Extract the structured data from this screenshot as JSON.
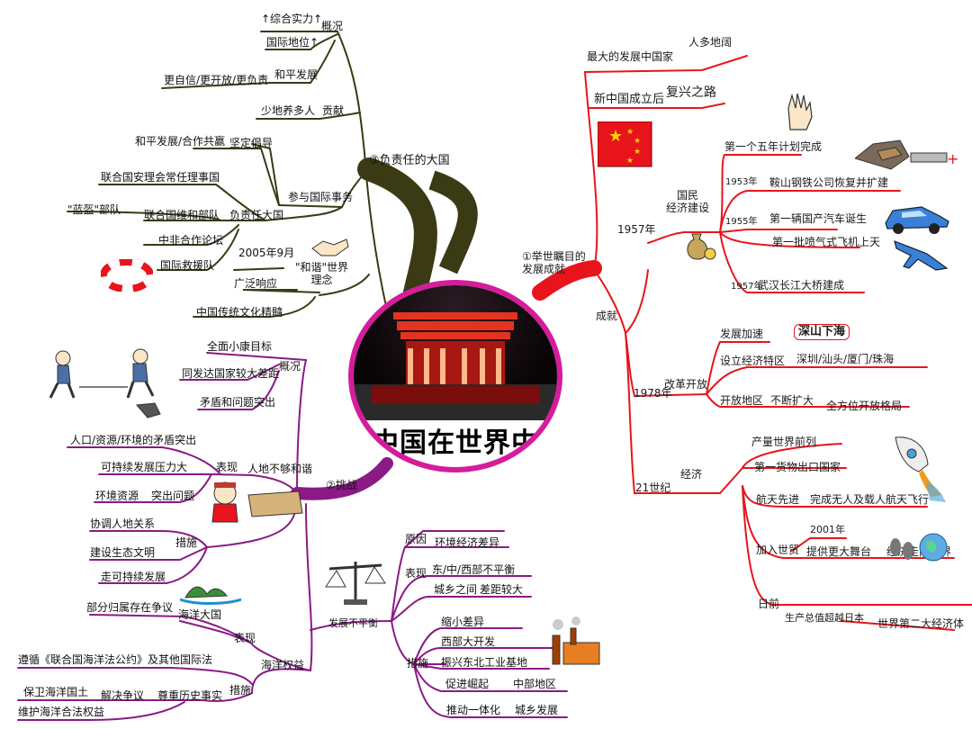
{
  "center": {
    "title": "中国在世界中"
  },
  "branches": {
    "responsible": {
      "label": "③负责任的大国",
      "overview": {
        "label": "概况",
        "items": [
          "↑综合实力↑",
          "国际地位↑",
          "和平发展",
          "更自信/更开放/更负责"
        ]
      },
      "contribution": {
        "label": "贡献",
        "items": [
          "少地养多人"
        ]
      },
      "affairs": {
        "label": "参与国际事务",
        "stance": {
          "label": "坚定倡导",
          "items": [
            "和平发展/合作共赢"
          ]
        },
        "big_power": {
          "label": "负责任大国",
          "items": [
            "联合国安理会常任理事国",
            "\"蓝盔\"部队",
            "联合国维和部队",
            "中非合作论坛",
            "国际救援队"
          ]
        }
      },
      "harmony": {
        "label": "\"和谐\"世界\n理念",
        "items": [
          "2005年9月",
          "广泛响应",
          "中国传统文化精髓"
        ]
      }
    },
    "achievements": {
      "label": "①举世瞩目的\n发展成就",
      "items": [
        "最大的发展中国家",
        "人多地阔",
        "新中国成立后",
        "复兴之路"
      ],
      "success": {
        "label": "成就",
        "y1957": {
          "label": "1957年",
          "econ": "国民\n经济建设",
          "items": [
            "第一个五年计划完成",
            "1953年",
            "鞍山钢铁公司恢复并扩建",
            "1955年",
            "第一辆国产汽车诞生",
            "第一批喷气式飞机上天",
            "1957年",
            "武汉长江大桥建成"
          ]
        },
        "y1978": {
          "label": "1978年",
          "reform": "改革开放",
          "items": [
            "发展加速",
            "深山下海",
            "设立经济特区",
            "深圳/汕头/厦门/珠海",
            "开放地区",
            "不断扩大",
            "全方位开放格局"
          ]
        },
        "c21": {
          "label": "21世纪",
          "econ": "经济",
          "items": [
            "产量世界前列",
            "第一货物出口国家",
            "航天先进",
            "完成无人及载人航天飞行",
            "加入世贸",
            "2001年",
            "提供更大舞台",
            "经济走向世界",
            "日前",
            "生产总值超越日本",
            "世界第二大经济体"
          ]
        }
      }
    },
    "challenge": {
      "label": "②挑战",
      "overview": {
        "label": "概况",
        "items": [
          "全面小康目标",
          "同发达国家较大差距",
          "矛盾和问题突出"
        ]
      },
      "conflict": {
        "label": "人地不够和谐",
        "biaoxian": "表现",
        "cuoshi": "措施",
        "items": [
          "人口/资源/环境的矛盾突出",
          "可持续发展压力大",
          "环境资源",
          "突出问题",
          "协调人地关系",
          "建设生态文明",
          "走可持续发展"
        ]
      },
      "ocean": {
        "label": "海洋权益",
        "biaoxian": "表现",
        "cuoshi": "措施",
        "items": [
          "部分归属存在争议",
          "海洋大国",
          "遵循《联合国海洋法公约》及其他国际法",
          "保卫海洋国土",
          "维护海洋合法权益",
          "解决争议",
          "尊重历史事实"
        ]
      },
      "imbalance": {
        "label": "发展不平衡",
        "yuanyin": "原因",
        "biaoxian": "表现",
        "cuoshi": "措施",
        "items": [
          "环境经济差异",
          "东/中/西部不平衡",
          "城乡之间",
          "差距较大",
          "缩小差异",
          "西部大开发",
          "振兴东北工业基地",
          "促进崛起",
          "中部地区",
          "推动一体化",
          "城乡发展"
        ]
      }
    }
  },
  "colors": {
    "dark": "#3a3a14",
    "red": "#e8141c",
    "purple": "#8a1a86",
    "ring": "#d51c9b"
  },
  "icons": [
    "flag-icon",
    "hand-icon",
    "truck-icon",
    "car-icon",
    "jet-icon",
    "money-bag-icon",
    "rocket-icon",
    "footprint-icon",
    "globe-icon",
    "lifebuoy-icon",
    "handshake-icon",
    "runner-icon",
    "balance-scale-icon",
    "factory-icon",
    "island-icon",
    "scroll-icon",
    "official-icon"
  ]
}
